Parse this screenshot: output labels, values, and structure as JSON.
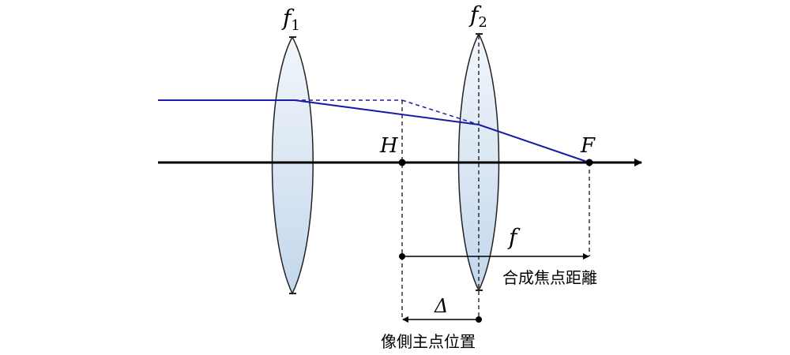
{
  "labels": {
    "lens1": "f",
    "lens1_sub": "1",
    "lens2": "f",
    "lens2_sub": "2",
    "principal_point": "H",
    "focal_point": "F",
    "focal_length_symbol": "f",
    "offset_symbol": "Δ",
    "focal_length_caption": "合成焦点距離",
    "offset_caption": "像側主点位置"
  },
  "colors": {
    "ray": "#1a1aa8",
    "axis": "#000000",
    "lens_fill_top": "#f2f6fb",
    "lens_fill_bottom": "#c3d7ec",
    "lens_stroke": "#222222"
  }
}
